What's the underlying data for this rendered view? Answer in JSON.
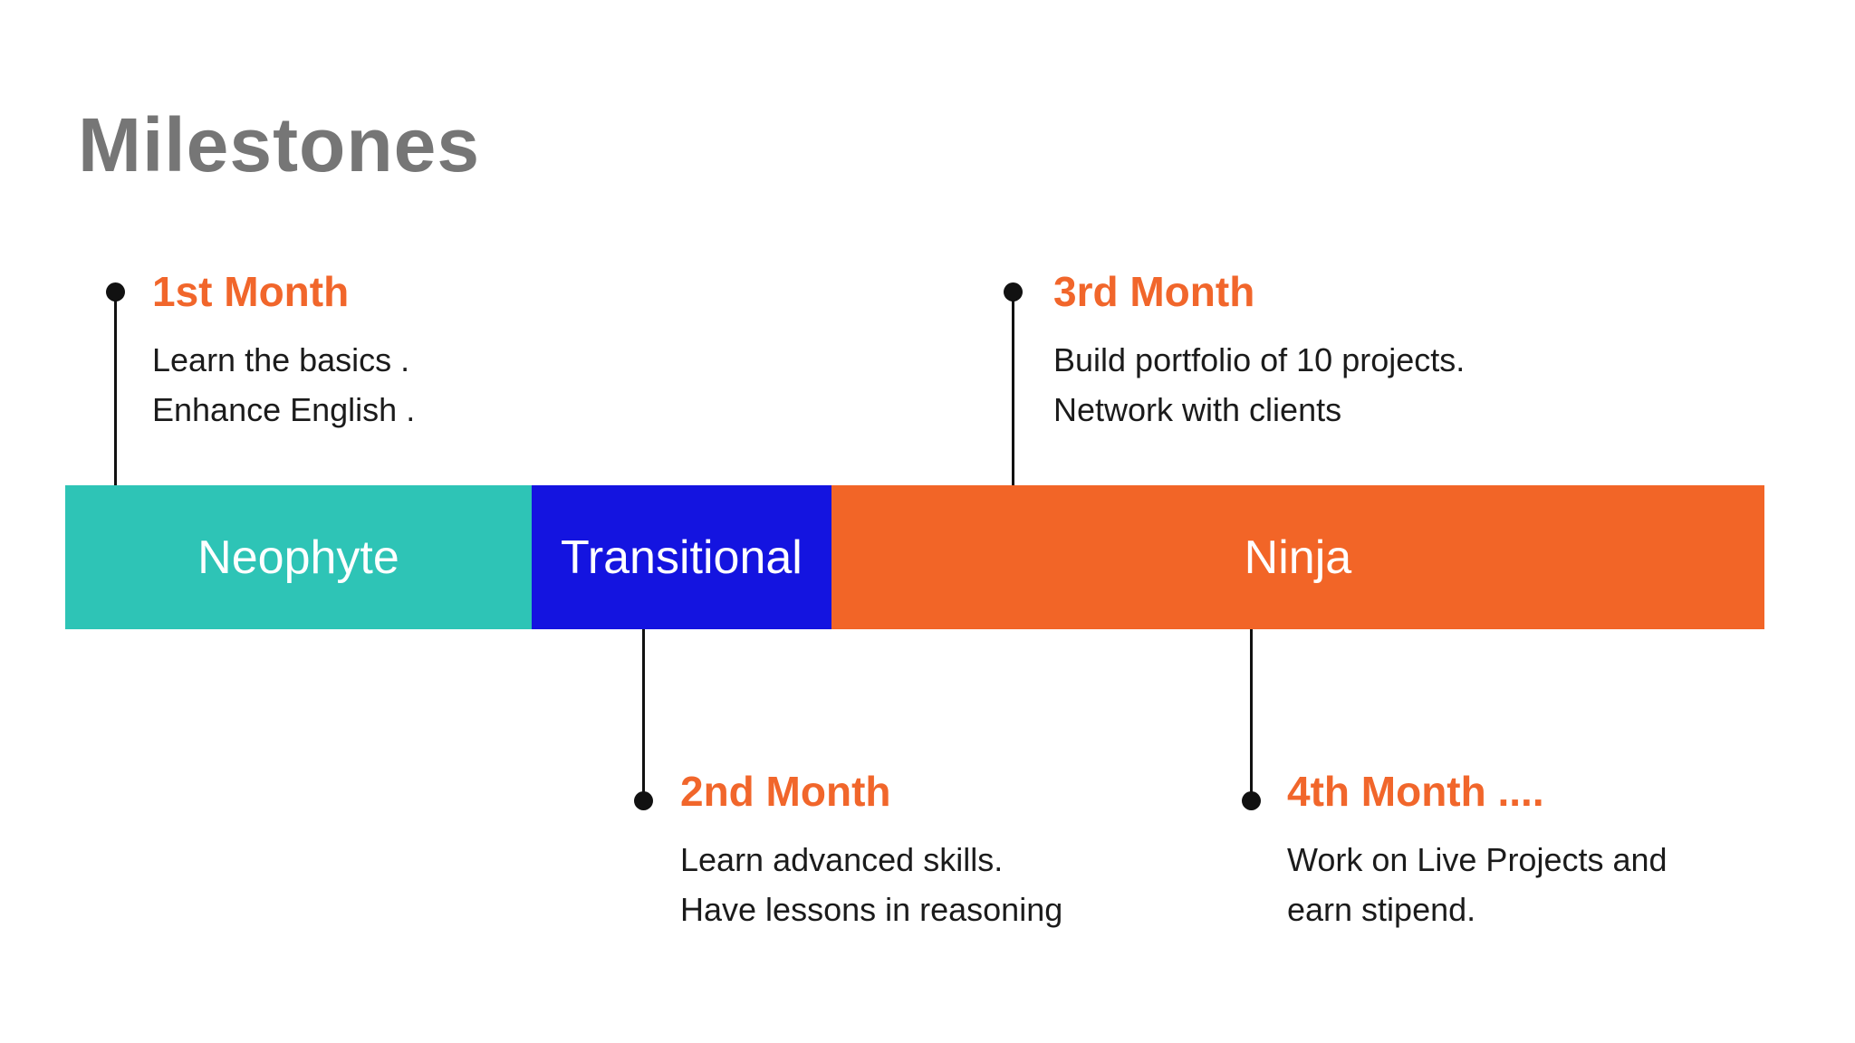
{
  "page": {
    "title": "Milestones"
  },
  "colors": {
    "background": "#ffffff",
    "title_gray": "#767676",
    "accent_orange": "#f1662b",
    "body_text": "#1b1b1b",
    "connector": "#111111"
  },
  "timeline": {
    "segments": [
      {
        "label": "Neophyte",
        "color": "#2ec4b6"
      },
      {
        "label": "Transitional",
        "color": "#1414e0"
      },
      {
        "label": "Ninja",
        "color": "#f26527"
      }
    ]
  },
  "milestones": [
    {
      "heading": "1st Month",
      "position": "above",
      "lines": [
        "Learn the basics .",
        "Enhance English ."
      ]
    },
    {
      "heading": "2nd Month",
      "position": "below",
      "lines": [
        "Learn advanced skills.",
        "Have lessons in reasoning"
      ]
    },
    {
      "heading": "3rd Month",
      "position": "above",
      "lines": [
        "Build portfolio of 10 projects.",
        "Network with clients"
      ]
    },
    {
      "heading": "4th Month ....",
      "position": "below",
      "lines": [
        "Work on Live Projects and",
        "earn stipend."
      ]
    }
  ]
}
